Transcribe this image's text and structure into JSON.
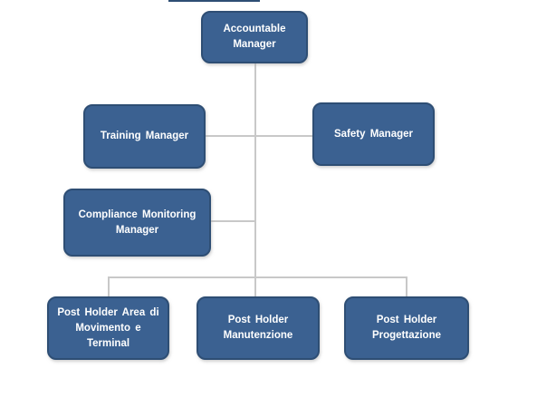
{
  "colors": {
    "background": "#ffffff",
    "node_fill": "#3b6191",
    "node_border": "#2e4e74",
    "node_text": "#ffffff",
    "connector": "#c8c8c8"
  },
  "org": {
    "type": "org-chart",
    "nodes": [
      {
        "id": "accountable-manager",
        "label": "Accountable Manager",
        "lines": [
          "Accountable",
          "Manager"
        ],
        "parent": null
      },
      {
        "id": "training-manager",
        "label": "Training Manager",
        "lines": [
          "Training Manager"
        ],
        "parent": "accountable-manager"
      },
      {
        "id": "safety-manager",
        "label": "Safety Manager",
        "lines": [
          "Safety Manager"
        ],
        "parent": "accountable-manager"
      },
      {
        "id": "compliance-monitoring-manager",
        "label": "Compliance Monitoring Manager",
        "lines": [
          "Compliance Monitoring",
          "Manager"
        ],
        "parent": "accountable-manager"
      },
      {
        "id": "post-holder-area-di-movimento-e-terminal",
        "label": "Post Holder Area di Movimento e Terminal",
        "lines": [
          "Post Holder Area di",
          "Movimento e",
          "Terminal"
        ],
        "parent": "accountable-manager"
      },
      {
        "id": "post-holder-manutenzione",
        "label": "Post Holder Manutenzione",
        "lines": [
          "Post Holder",
          "Manutenzione"
        ],
        "parent": "accountable-manager"
      },
      {
        "id": "post-holder-progettazione",
        "label": "Post Holder Progettazione",
        "lines": [
          "Post Holder",
          "Progettazione"
        ],
        "parent": "accountable-manager"
      }
    ]
  }
}
